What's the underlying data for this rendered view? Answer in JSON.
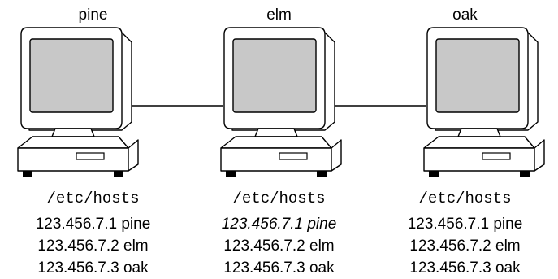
{
  "hosts": [
    {
      "name": "pine",
      "file_label": "/etc/hosts",
      "entries": [
        {
          "text": "123.456.7.1 pine",
          "italic": false
        },
        {
          "text": "123.456.7.2 elm",
          "italic": false
        },
        {
          "text": "123.456.7.3 oak",
          "italic": false
        }
      ]
    },
    {
      "name": "elm",
      "file_label": "/etc/hosts",
      "entries": [
        {
          "text": "123.456.7.1 pine",
          "italic": true
        },
        {
          "text": "123.456.7.2 elm",
          "italic": false
        },
        {
          "text": "123.456.7.3 oak",
          "italic": false
        }
      ]
    },
    {
      "name": "oak",
      "file_label": "/etc/hosts",
      "entries": [
        {
          "text": "123.456.7.1 pine",
          "italic": false
        },
        {
          "text": "123.456.7.2 elm",
          "italic": false
        },
        {
          "text": "123.456.7.3 oak",
          "italic": false
        }
      ]
    }
  ],
  "colors": {
    "screen": "#c8c8c8",
    "outline": "#000000",
    "body": "#ffffff"
  }
}
